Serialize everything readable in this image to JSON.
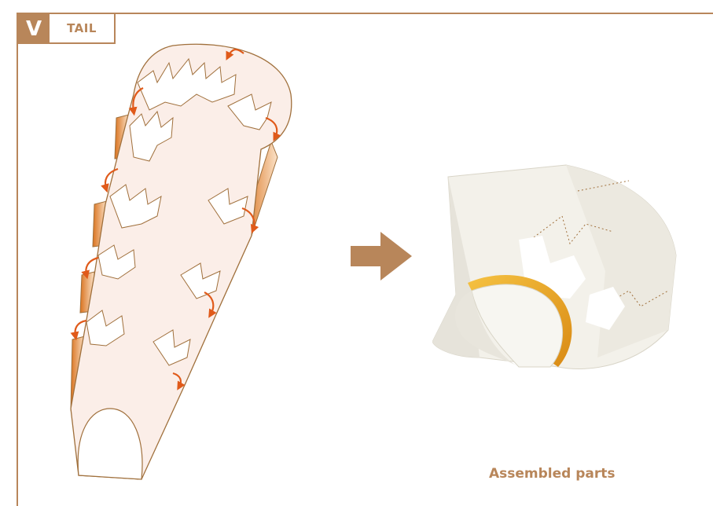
{
  "section": {
    "badge": "V",
    "title": "TAIL"
  },
  "caption": "Assembled parts",
  "colors": {
    "accent": "#b8865a",
    "arrow": "#e05a1a",
    "fill": "#fbeee8"
  },
  "icons": {
    "direction": "right-arrow-icon"
  }
}
